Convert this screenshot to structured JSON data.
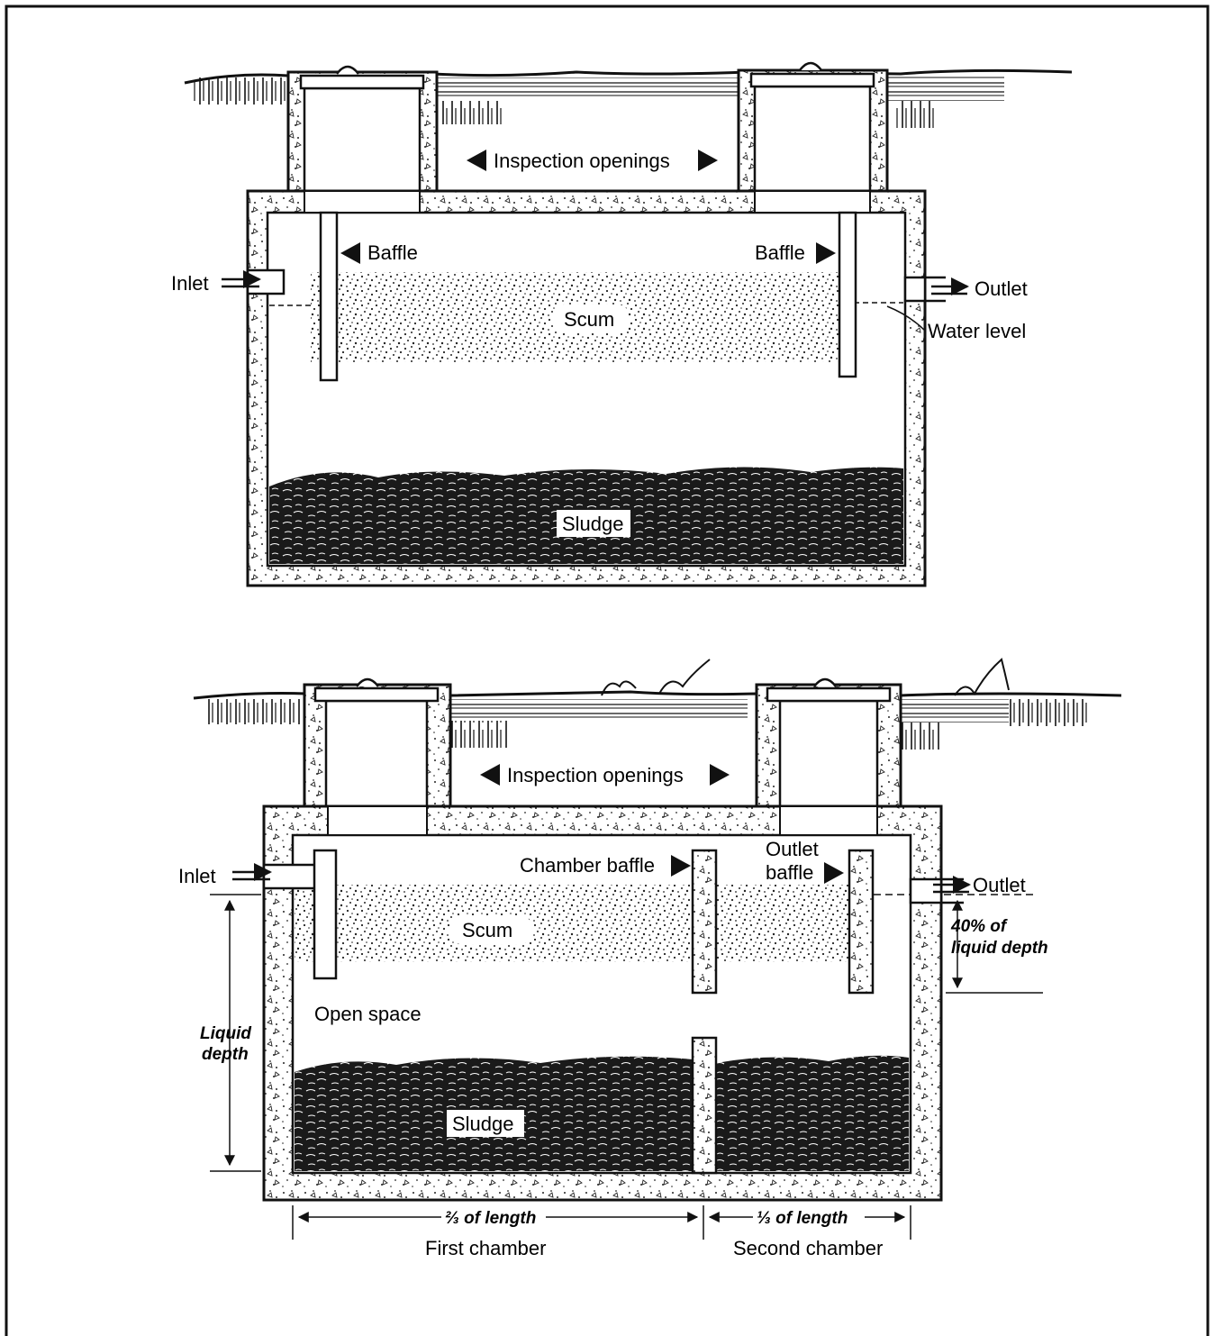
{
  "colors": {
    "ink": "#111111",
    "paper": "#ffffff"
  },
  "tank1": {
    "inspection": "Inspection openings",
    "baffle_left": "Baffle",
    "baffle_right": "Baffle",
    "inlet": "Inlet",
    "outlet": "Outlet",
    "scum": "Scum",
    "water_level": "Water level",
    "sludge": "Sludge"
  },
  "tank2": {
    "inspection": "Inspection openings",
    "inlet": "Inlet",
    "outlet": "Outlet",
    "chamber_baffle": "Chamber baffle",
    "outlet_baffle_1": "Outlet",
    "outlet_baffle_2": "baffle",
    "scum": "Scum",
    "open_space": "Open space",
    "sludge": "Sludge",
    "liquid_depth_1": "Liquid",
    "liquid_depth_2": "depth",
    "pct_1": "40% of",
    "pct_2": "liquid depth",
    "two_thirds": "⅔ of length",
    "one_third": "⅓ of length",
    "first_chamber": "First chamber",
    "second_chamber": "Second chamber"
  }
}
